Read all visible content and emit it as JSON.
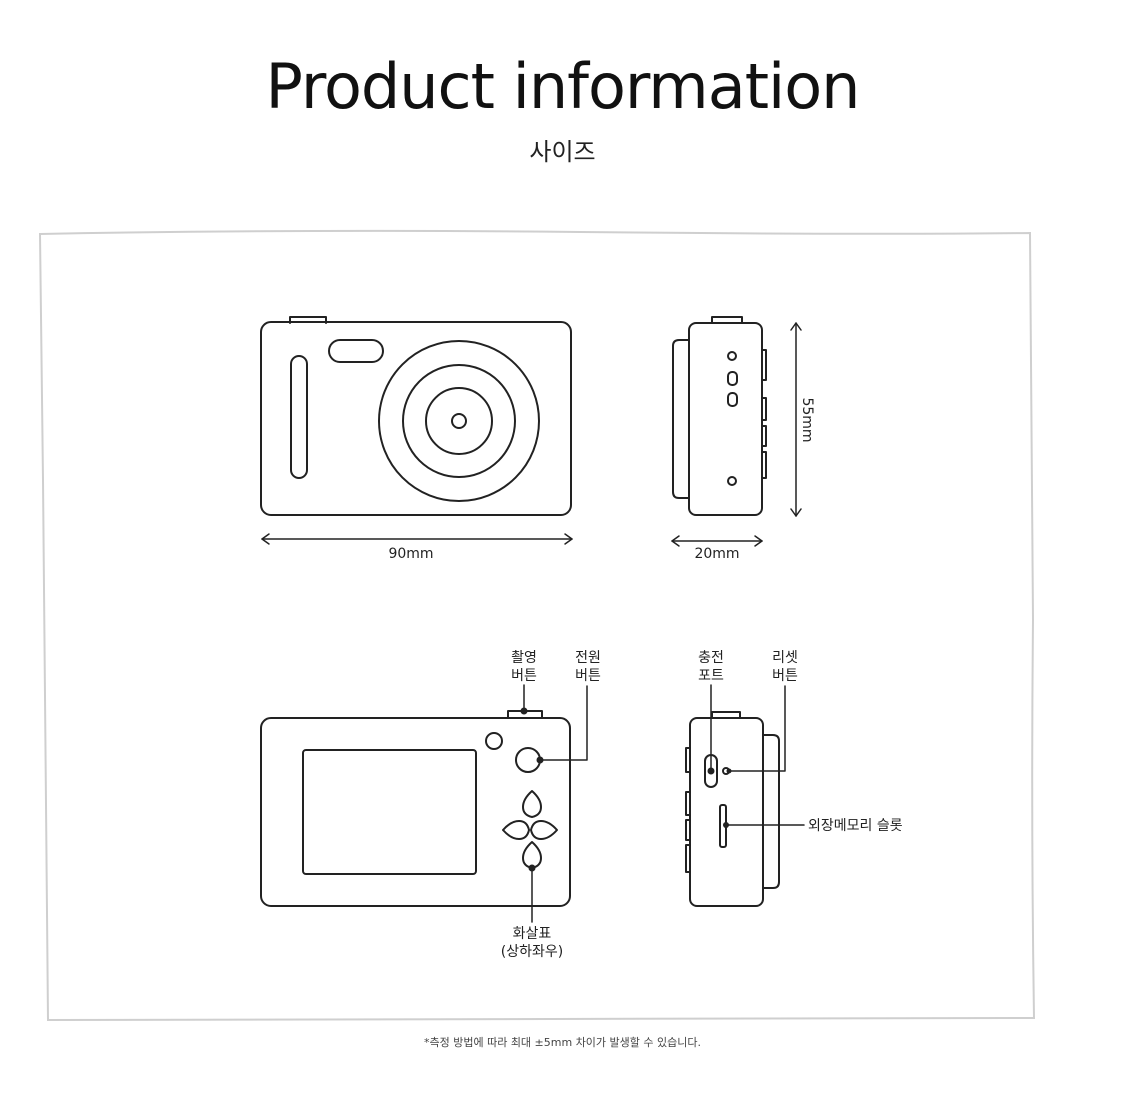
{
  "header": {
    "title": "Product information",
    "subtitle": "사이즈"
  },
  "dimensions": {
    "width": "90mm",
    "depth": "20mm",
    "height": "55mm"
  },
  "labels": {
    "shutter": [
      "촬영",
      "버튼"
    ],
    "power": [
      "전원",
      "버튼"
    ],
    "charge": [
      "충전",
      "포트"
    ],
    "reset": [
      "리셋",
      "버튼"
    ],
    "memory": "외장메모리 슬롯",
    "arrows": [
      "화살표",
      "(상하좌우)"
    ]
  },
  "footnote": "*측정 방법에 따라 최대 ±5mm 차이가 발생할 수 있습니다.",
  "colors": {
    "line": "#222222",
    "frame": "#cfcfcf",
    "background": "#ffffff"
  }
}
